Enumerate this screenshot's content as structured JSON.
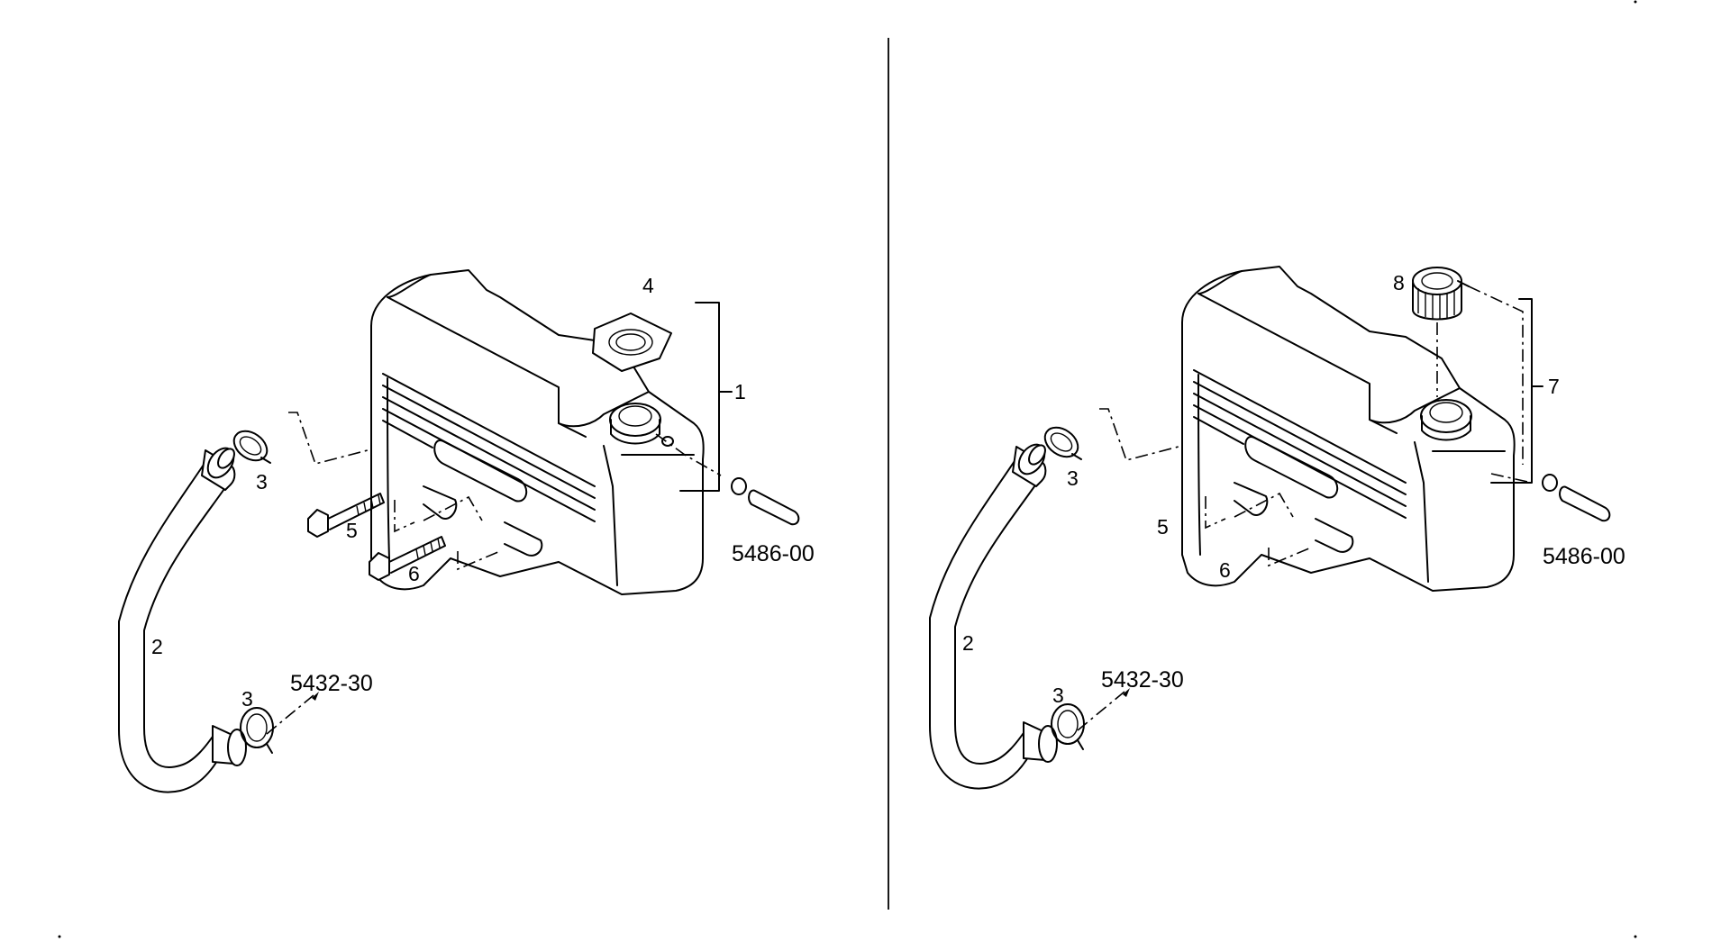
{
  "left_view": {
    "callouts": {
      "item_1": "1",
      "item_2": "2",
      "item_3_upper": "3",
      "item_3_lower": "3",
      "item_4": "4",
      "item_5": "5",
      "item_6": "6"
    },
    "refs": {
      "outlet_ref": "5486-00",
      "hose_ref": "5432-30"
    }
  },
  "right_view": {
    "callouts": {
      "item_2": "2",
      "item_3_upper": "3",
      "item_3_lower": "3",
      "item_5": "5",
      "item_6": "6",
      "item_7": "7",
      "item_8": "8"
    },
    "refs": {
      "outlet_ref": "5486-00",
      "hose_ref": "5432-30"
    }
  }
}
